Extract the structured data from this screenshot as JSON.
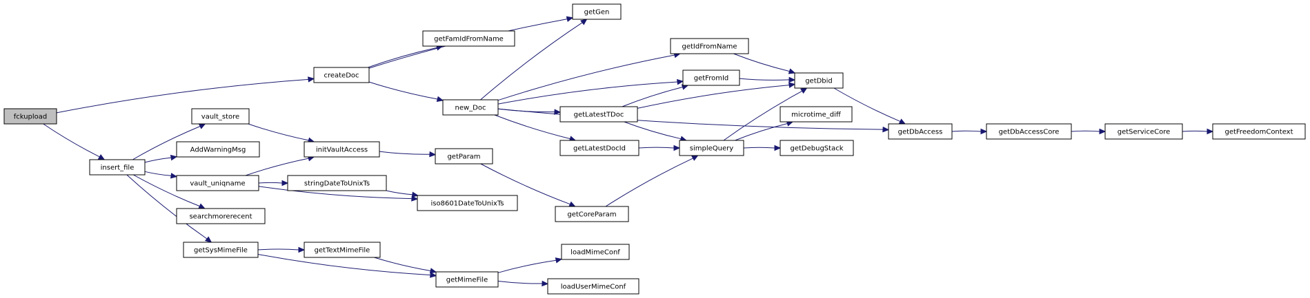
{
  "colors": {
    "edge": "#191970",
    "node_border": "#000000",
    "node_fill": "#ffffff",
    "root_fill": "#bfbfbf"
  },
  "nodes": [
    {
      "id": "fckupload",
      "label": "fckupload",
      "root": true
    },
    {
      "id": "createDoc",
      "label": "createDoc"
    },
    {
      "id": "insert_file",
      "label": "insert_file"
    },
    {
      "id": "getFamIdFromName",
      "label": "getFamIdFromName"
    },
    {
      "id": "getGen",
      "label": "getGen"
    },
    {
      "id": "new_Doc",
      "label": "new_Doc"
    },
    {
      "id": "getIdFromName",
      "label": "getIdFromName"
    },
    {
      "id": "getFromId",
      "label": "getFromId"
    },
    {
      "id": "getLatestTDoc",
      "label": "getLatestTDoc"
    },
    {
      "id": "getLatestDocId",
      "label": "getLatestDocId"
    },
    {
      "id": "getDbid",
      "label": "getDbid"
    },
    {
      "id": "simpleQuery",
      "label": "simpleQuery"
    },
    {
      "id": "microtime_diff",
      "label": "microtime_diff"
    },
    {
      "id": "getDebugStack",
      "label": "getDebugStack"
    },
    {
      "id": "getDbAccess",
      "label": "getDbAccess"
    },
    {
      "id": "getDbAccessCore",
      "label": "getDbAccessCore"
    },
    {
      "id": "getServiceCore",
      "label": "getServiceCore"
    },
    {
      "id": "getFreedomContext",
      "label": "getFreedomContext"
    },
    {
      "id": "vault_store",
      "label": "vault_store"
    },
    {
      "id": "AddWarningMsg",
      "label": "AddWarningMsg"
    },
    {
      "id": "vault_uniqname",
      "label": "vault_uniqname"
    },
    {
      "id": "searchmorerecent",
      "label": "searchmorerecent"
    },
    {
      "id": "getSysMimeFile",
      "label": "getSysMimeFile"
    },
    {
      "id": "initVaultAccess",
      "label": "initVaultAccess"
    },
    {
      "id": "getParam",
      "label": "getParam"
    },
    {
      "id": "stringDateToUnixTs",
      "label": "stringDateToUnixTs"
    },
    {
      "id": "iso8601DateToUnixTs",
      "label": "iso8601DateToUnixTs"
    },
    {
      "id": "getCoreParam",
      "label": "getCoreParam"
    },
    {
      "id": "getTextMimeFile",
      "label": "getTextMimeFile"
    },
    {
      "id": "getMimeFile",
      "label": "getMimeFile"
    },
    {
      "id": "loadMimeConf",
      "label": "loadMimeConf"
    },
    {
      "id": "loadUserMimeConf",
      "label": "loadUserMimeConf"
    }
  ],
  "edges": [
    {
      "from": "fckupload",
      "to": "createDoc"
    },
    {
      "from": "fckupload",
      "to": "insert_file"
    },
    {
      "from": "createDoc",
      "to": "getFamIdFromName"
    },
    {
      "from": "createDoc",
      "to": "getGen"
    },
    {
      "from": "createDoc",
      "to": "new_Doc"
    },
    {
      "from": "new_Doc",
      "to": "getGen"
    },
    {
      "from": "new_Doc",
      "to": "getIdFromName"
    },
    {
      "from": "new_Doc",
      "to": "getFromId"
    },
    {
      "from": "new_Doc",
      "to": "getLatestTDoc"
    },
    {
      "from": "new_Doc",
      "to": "getLatestDocId"
    },
    {
      "from": "new_Doc",
      "to": "getDbAccess"
    },
    {
      "from": "getIdFromName",
      "to": "getDbid"
    },
    {
      "from": "getFromId",
      "to": "getDbid"
    },
    {
      "from": "getLatestTDoc",
      "to": "getFromId"
    },
    {
      "from": "getLatestTDoc",
      "to": "getDbid"
    },
    {
      "from": "getLatestTDoc",
      "to": "simpleQuery"
    },
    {
      "from": "getLatestDocId",
      "to": "simpleQuery"
    },
    {
      "from": "simpleQuery",
      "to": "getDbid"
    },
    {
      "from": "simpleQuery",
      "to": "microtime_diff"
    },
    {
      "from": "simpleQuery",
      "to": "getDebugStack"
    },
    {
      "from": "getDbid",
      "to": "getDbAccess"
    },
    {
      "from": "getDbAccess",
      "to": "getDbAccessCore"
    },
    {
      "from": "getDbAccessCore",
      "to": "getServiceCore"
    },
    {
      "from": "getServiceCore",
      "to": "getFreedomContext"
    },
    {
      "from": "insert_file",
      "to": "vault_store"
    },
    {
      "from": "insert_file",
      "to": "AddWarningMsg"
    },
    {
      "from": "insert_file",
      "to": "vault_uniqname"
    },
    {
      "from": "insert_file",
      "to": "searchmorerecent"
    },
    {
      "from": "insert_file",
      "to": "getSysMimeFile"
    },
    {
      "from": "vault_store",
      "to": "initVaultAccess"
    },
    {
      "from": "vault_uniqname",
      "to": "initVaultAccess"
    },
    {
      "from": "vault_uniqname",
      "to": "stringDateToUnixTs"
    },
    {
      "from": "vault_uniqname",
      "to": "iso8601DateToUnixTs"
    },
    {
      "from": "stringDateToUnixTs",
      "to": "iso8601DateToUnixTs"
    },
    {
      "from": "initVaultAccess",
      "to": "getParam"
    },
    {
      "from": "getParam",
      "to": "getCoreParam"
    },
    {
      "from": "getCoreParam",
      "to": "simpleQuery"
    },
    {
      "from": "getSysMimeFile",
      "to": "getTextMimeFile"
    },
    {
      "from": "getSysMimeFile",
      "to": "getMimeFile"
    },
    {
      "from": "getTextMimeFile",
      "to": "getMimeFile"
    },
    {
      "from": "getMimeFile",
      "to": "loadMimeConf"
    },
    {
      "from": "getMimeFile",
      "to": "loadUserMimeConf"
    }
  ]
}
